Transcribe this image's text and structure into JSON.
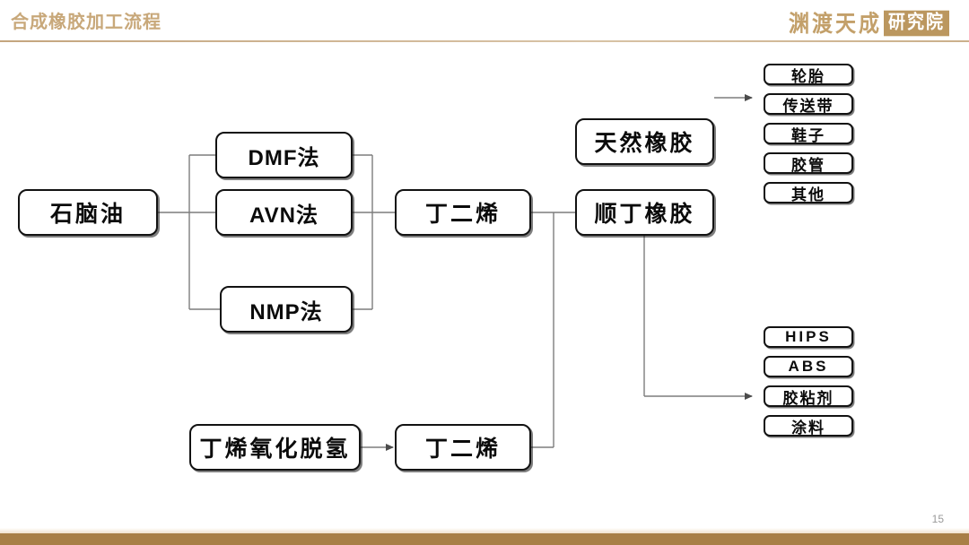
{
  "header": {
    "title": "合成橡胶加工流程",
    "logo_seal": "渊渡天成",
    "logo_badge": "研究院",
    "accent_color": "#c3a06a",
    "rule_color": "#c4a57e"
  },
  "footer": {
    "page_number": "15",
    "bar_color": "#a87f46",
    "page_number_color": "#9a9a9a"
  },
  "diagram": {
    "type": "process-flow",
    "line_color": "#7d7d7d",
    "box_border_color": "#121212",
    "nodes": {
      "feedstock": "石脑油",
      "method_dmf": "DMF法",
      "method_avn": "AVN法",
      "method_nmp": "NMP法",
      "butadiene_top": "丁二烯",
      "butene_dehydro": "丁烯氧化脱氢",
      "butadiene_bottom": "丁二烯",
      "natural_rubber": "天然橡胶",
      "br_rubber": "顺丁橡胶"
    },
    "products_natural_rubber": [
      "轮胎",
      "传送带",
      "鞋子",
      "胶管",
      "其他"
    ],
    "products_br_rubber": [
      "HIPS",
      "ABS",
      "胶粘剂",
      "涂料"
    ]
  }
}
